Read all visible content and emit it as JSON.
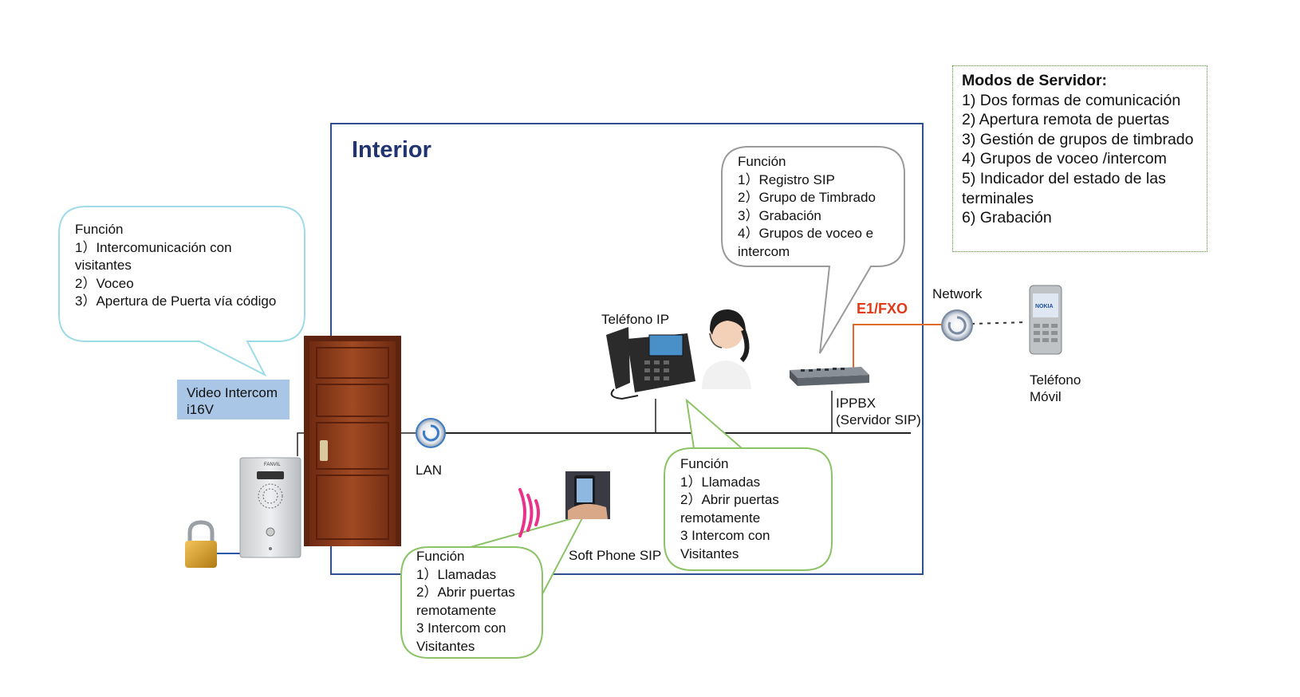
{
  "interior": {
    "title": "Interior"
  },
  "server_modes": {
    "title": "Modos de Servidor:",
    "items": [
      "1) Dos formas de comunicación",
      "2) Apertura remota de puertas",
      "3) Gestión de grupos de timbrado",
      "4) Grupos de voceo /intercom",
      "5) Indicador del estado de las",
      "terminales",
      "6) Grabación"
    ]
  },
  "callouts": {
    "intercom": {
      "lines": [
        "Función",
        "1）Intercomunicación con",
        "visitantes",
        "2）Voceo",
        "3）Apertura de Puerta vía código"
      ]
    },
    "ippbx": {
      "lines": [
        "Función",
        "1）Registro SIP",
        "2）Grupo de Timbrado",
        "3）Grabación",
        "4）Grupos de voceo e",
        "intercom"
      ]
    },
    "ip_phone": {
      "lines": [
        "Función",
        "1）Llamadas",
        "2）Abrir puertas",
        "remotamente",
        "3 Intercom con",
        "Visitantes"
      ]
    },
    "softphone": {
      "lines": [
        "Función",
        "1）Llamadas",
        "2）Abrir puertas",
        "remotamente",
        "3 Intercom con",
        "Visitantes"
      ]
    }
  },
  "labels": {
    "video_intercom_line1": "Video Intercom",
    "video_intercom_line2": "i16V",
    "lan": "LAN",
    "ip_phone": "Teléfono IP",
    "soft_phone": "Soft Phone SIP",
    "ippbx_line1": "IPPBX",
    "ippbx_line2": "(Servidor SIP)",
    "e1fxo": "E1/FXO",
    "network": "Network",
    "mobile_line1": "Teléfono",
    "mobile_line2": "Móvil",
    "intercom_brand": "FANVIL",
    "mobile_brand": "NOKIA"
  },
  "colors": {
    "interior_border": "#2f4f8f",
    "callout_cyan": "#9fdbe6",
    "callout_gray": "#9a9a9a",
    "callout_green": "#8cc268",
    "server_box_border": "#5b9a3c",
    "e1fxo_text": "#e03a1a",
    "intercom_label_bg": "#a9c6e6",
    "door": "#8b3a1a"
  },
  "icons": [
    "door-icon",
    "intercom-device-icon",
    "padlock-icon",
    "ip-phone-icon",
    "operator-icon",
    "ippbx-switch-icon",
    "smartphone-icon",
    "wifi-signal-icon",
    "network-node-icon",
    "mobile-phone-icon",
    "lan-node-icon"
  ]
}
